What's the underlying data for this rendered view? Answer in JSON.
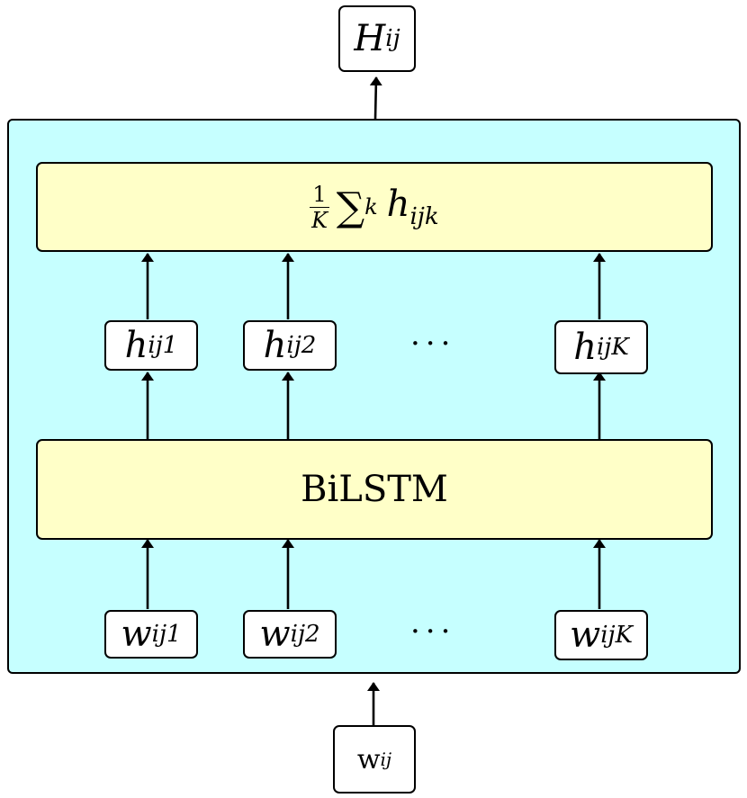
{
  "output": {
    "symbol": "H",
    "subscript": "ij"
  },
  "aggregate": {
    "numerator": "1",
    "denominator": "K",
    "sum_symbol": "∑",
    "sum_index": "k",
    "term": "h",
    "term_subscript": "ijk"
  },
  "hidden_states": [
    {
      "symbol": "h",
      "subscript": "ij1"
    },
    {
      "symbol": "h",
      "subscript": "ij2"
    },
    {
      "symbol": "h",
      "subscript": "ijK"
    }
  ],
  "hidden_ellipsis": "···",
  "encoder_label": "BiLSTM",
  "inputs": [
    {
      "symbol": "w",
      "subscript": "ij1"
    },
    {
      "symbol": "w",
      "subscript": "ij2"
    },
    {
      "symbol": "w",
      "subscript": "ijK"
    }
  ],
  "input_ellipsis": "···",
  "word": {
    "symbol": "w",
    "subscript": "ij"
  },
  "colors": {
    "container": "#c6ffff",
    "layer": "#ffffc8",
    "node": "#ffffff",
    "stroke": "#000000"
  }
}
